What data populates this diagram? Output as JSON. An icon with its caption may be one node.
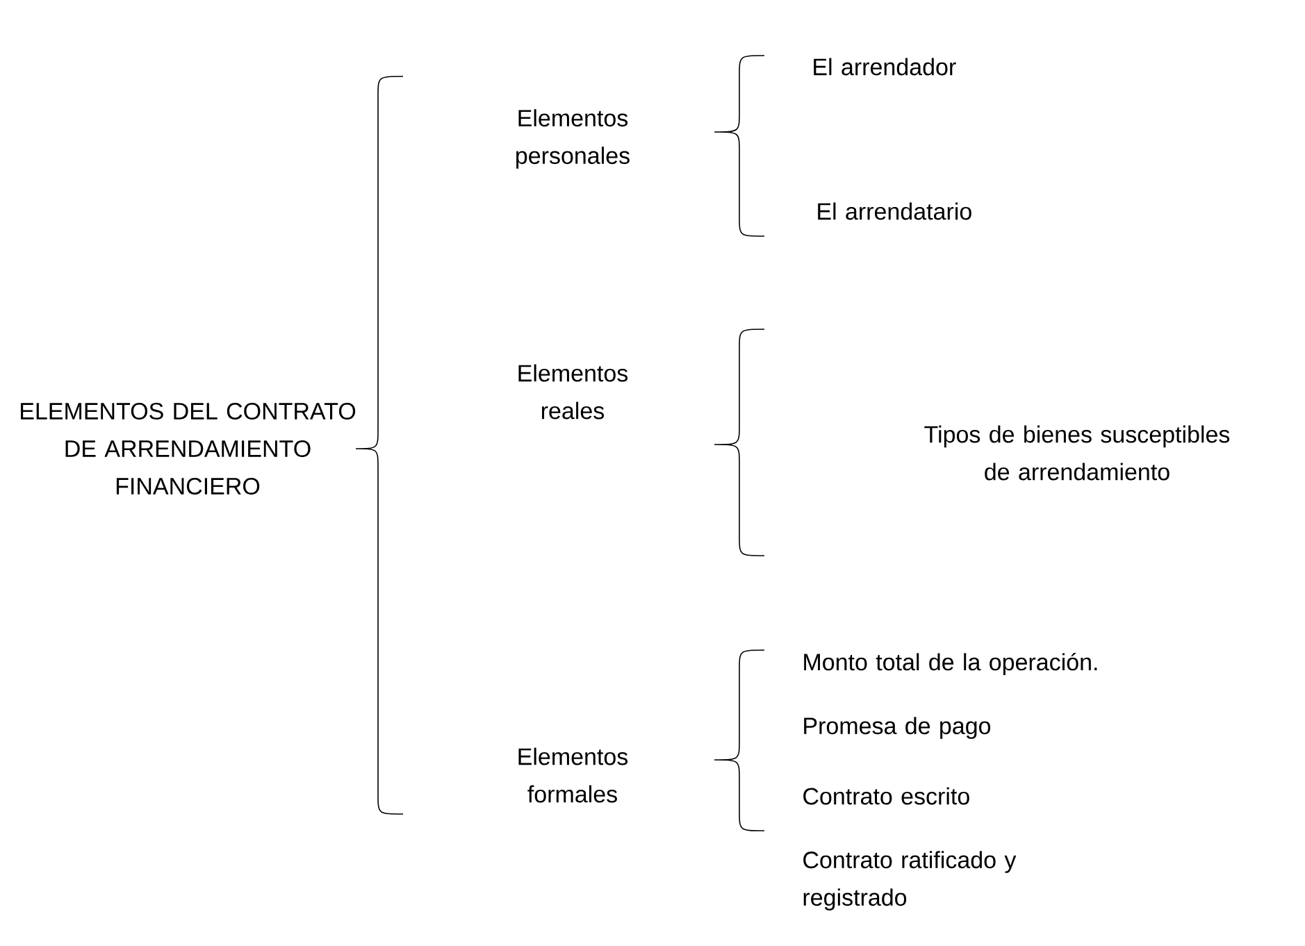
{
  "diagram": {
    "labels": [
      "ELEMENTOS DEL CONTRATO DE ARRENDAMIENTO FINANCIERO",
      "Elementos personales",
      "El arrendador",
      "El arrendatario",
      "Elementos reales",
      "Tipos de bienes susceptibles de arrendamiento",
      "Elementos formales",
      "Monto total de la operación.",
      "Promesa de pago",
      "Contrato escrito",
      "Contrato ratificado y registrado"
    ]
  }
}
